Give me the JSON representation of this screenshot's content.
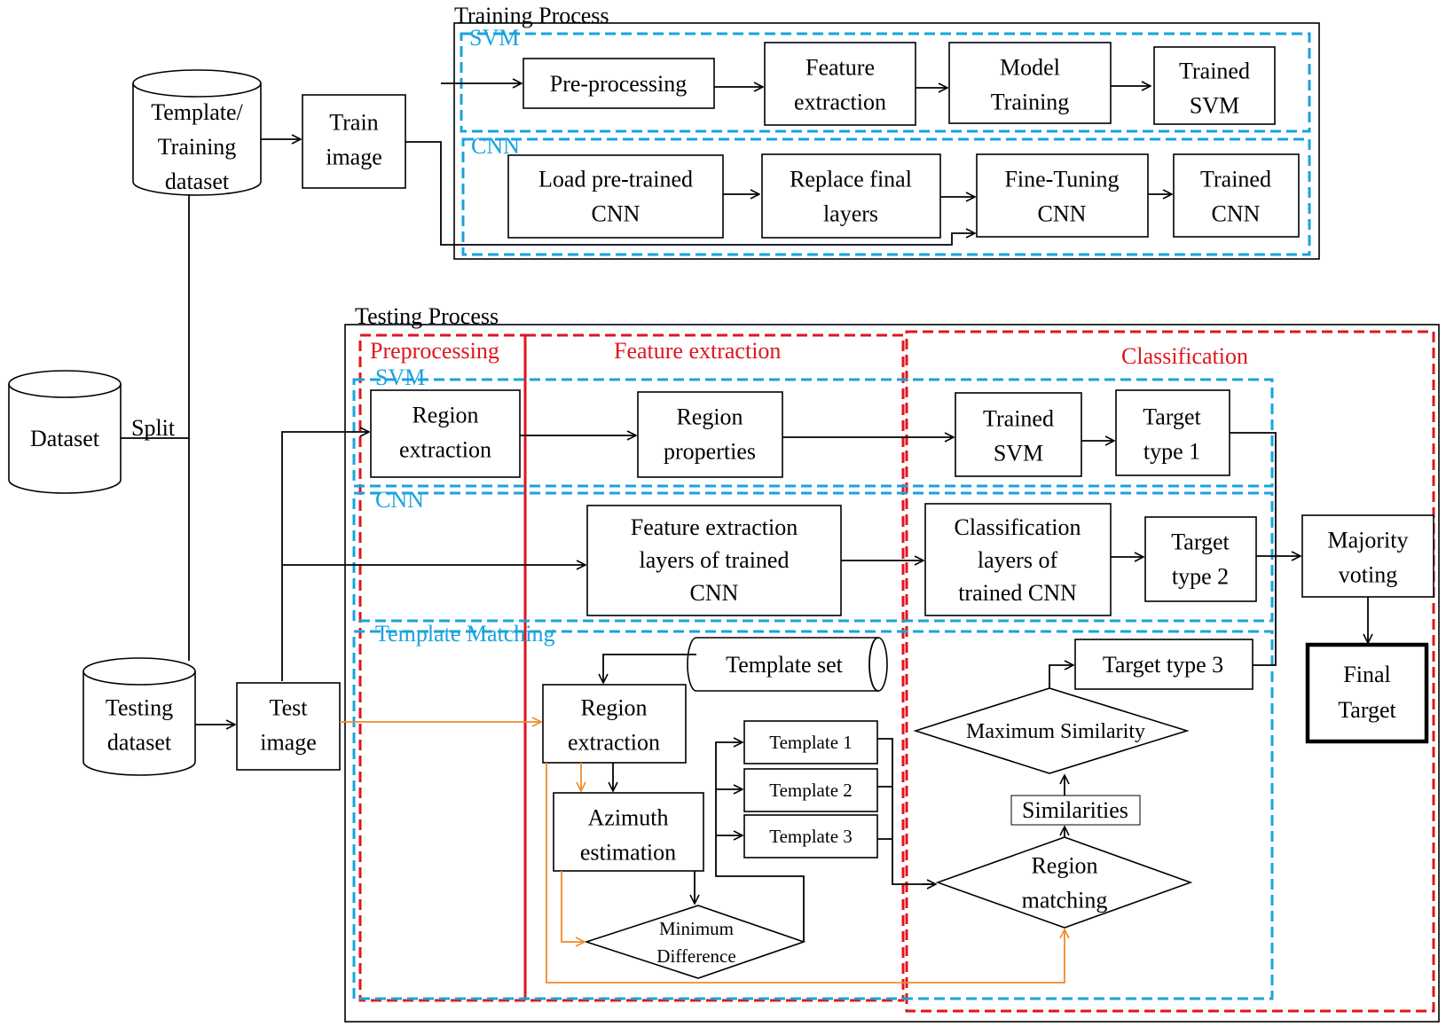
{
  "training": {
    "title": "Training Process",
    "svm_label": "SVM",
    "cnn_label": "CNN",
    "svm_steps": [
      [
        "Pre-processing"
      ],
      [
        "Feature",
        "extraction"
      ],
      [
        "Model",
        "Training"
      ],
      [
        "Trained",
        "SVM"
      ]
    ],
    "cnn_steps": [
      [
        "Load pre-trained",
        "CNN"
      ],
      [
        "Replace final",
        "layers"
      ],
      [
        "Fine-Tuning",
        "CNN"
      ],
      [
        "Trained",
        "CNN"
      ]
    ]
  },
  "inputs": {
    "template_training_dataset": [
      "Template/",
      "Training",
      "dataset"
    ],
    "train_image": [
      "Train",
      "image"
    ],
    "dataset": [
      "Dataset"
    ],
    "split": "Split",
    "testing_dataset": [
      "Testing",
      "dataset"
    ],
    "test_image": [
      "Test",
      "image"
    ]
  },
  "testing": {
    "title": "Testing Process",
    "stages": [
      "Preprocessing",
      "Feature extraction",
      "Classification"
    ],
    "svm_label": "SVM",
    "cnn_label": "CNN",
    "tm_label": "Template Matching",
    "svm_region_extraction": [
      "Region",
      "extraction"
    ],
    "region_properties": [
      "Region",
      "properties"
    ],
    "trained_svm": [
      "Trained",
      "SVM"
    ],
    "target_type_1": [
      "Target",
      "type 1"
    ],
    "cnn_feature_layers": [
      "Feature extraction",
      "layers of trained",
      "CNN"
    ],
    "cnn_classification_layers": [
      "Classification",
      "layers of",
      "trained CNN"
    ],
    "target_type_2": [
      "Target",
      "type 2"
    ],
    "template_set": "Template set",
    "tm_region_extraction": [
      "Region",
      "extraction"
    ],
    "azimuth_estimation": [
      "Azimuth",
      "estimation"
    ],
    "minimum_difference": [
      "Minimum",
      "Difference"
    ],
    "templates": [
      "Template 1",
      "Template 2",
      "Template 3"
    ],
    "region_matching": [
      "Region",
      "matching"
    ],
    "similarities": "Similarities",
    "maximum_similarity": "Maximum Similarity",
    "target_type_3": "Target type 3",
    "majority_voting": [
      "Majority",
      "voting"
    ],
    "final_target": [
      "Final",
      "Target"
    ]
  },
  "colors": {
    "svm_cnn_tm_outline": "#1aa3dd",
    "stage_outline": "#e0161c",
    "template_path": "#f08a2c"
  }
}
